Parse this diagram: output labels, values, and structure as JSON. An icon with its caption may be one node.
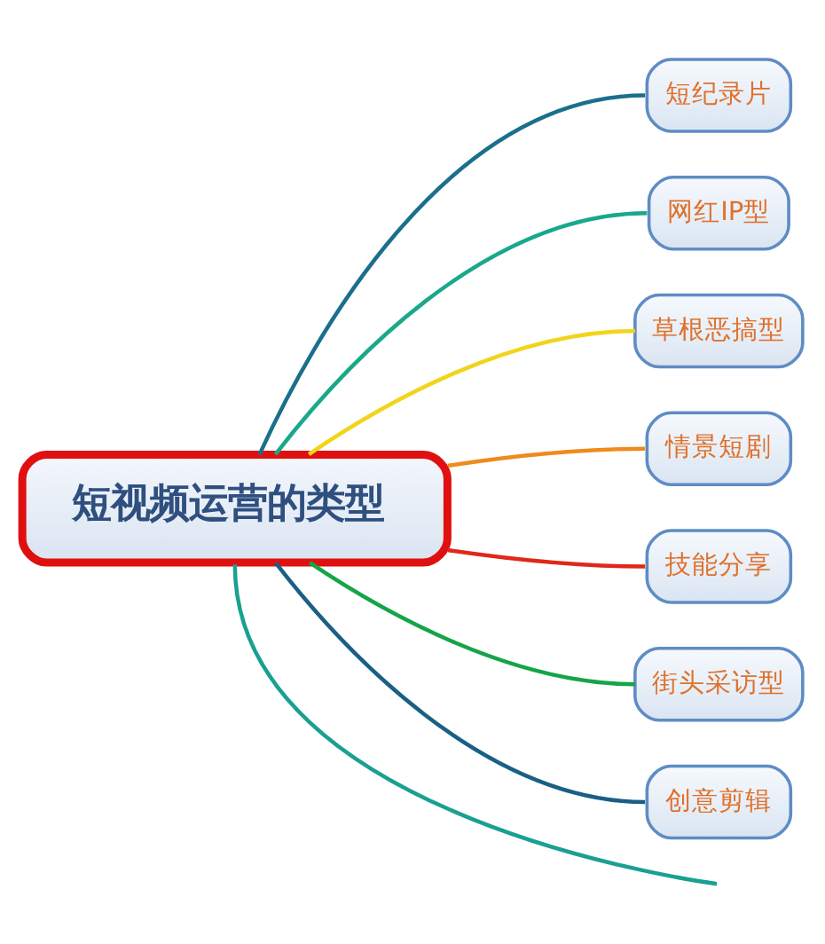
{
  "diagram": {
    "nodes": [
      {
        "text": [
          "短视频运营的类型"
        ]
      },
      {
        "text": [
          "短纪录片"
        ]
      },
      {
        "text": [
          "网红IP型"
        ]
      },
      {
        "text": [
          "草根恶搞型"
        ]
      },
      {
        "text": [
          "情景短剧"
        ]
      },
      {
        "text": [
          "技能分享"
        ]
      },
      {
        "text": [
          "街头采访型"
        ]
      },
      {
        "text": [
          "创意剪辑"
        ]
      }
    ],
    "edges": [
      {
        "from": 0,
        "to": 1,
        "arrow": "none",
        "color": "#1b6f8c"
      },
      {
        "from": 0,
        "to": 2,
        "arrow": "none",
        "color": "#1aa88c"
      },
      {
        "from": 0,
        "to": 3,
        "arrow": "none",
        "color": "#f2d41a"
      },
      {
        "from": 0,
        "to": 4,
        "arrow": "none",
        "color": "#ef8a1c"
      },
      {
        "from": 0,
        "to": 5,
        "arrow": "none",
        "color": "#e0281a"
      },
      {
        "from": 0,
        "to": 6,
        "arrow": "none",
        "color": "#16a448"
      },
      {
        "from": 0,
        "to": 7,
        "arrow": "none",
        "color": "#1a5f84"
      },
      {
        "from": 0,
        "to": null,
        "arrow": "none",
        "color": "#1aa092"
      }
    ]
  }
}
